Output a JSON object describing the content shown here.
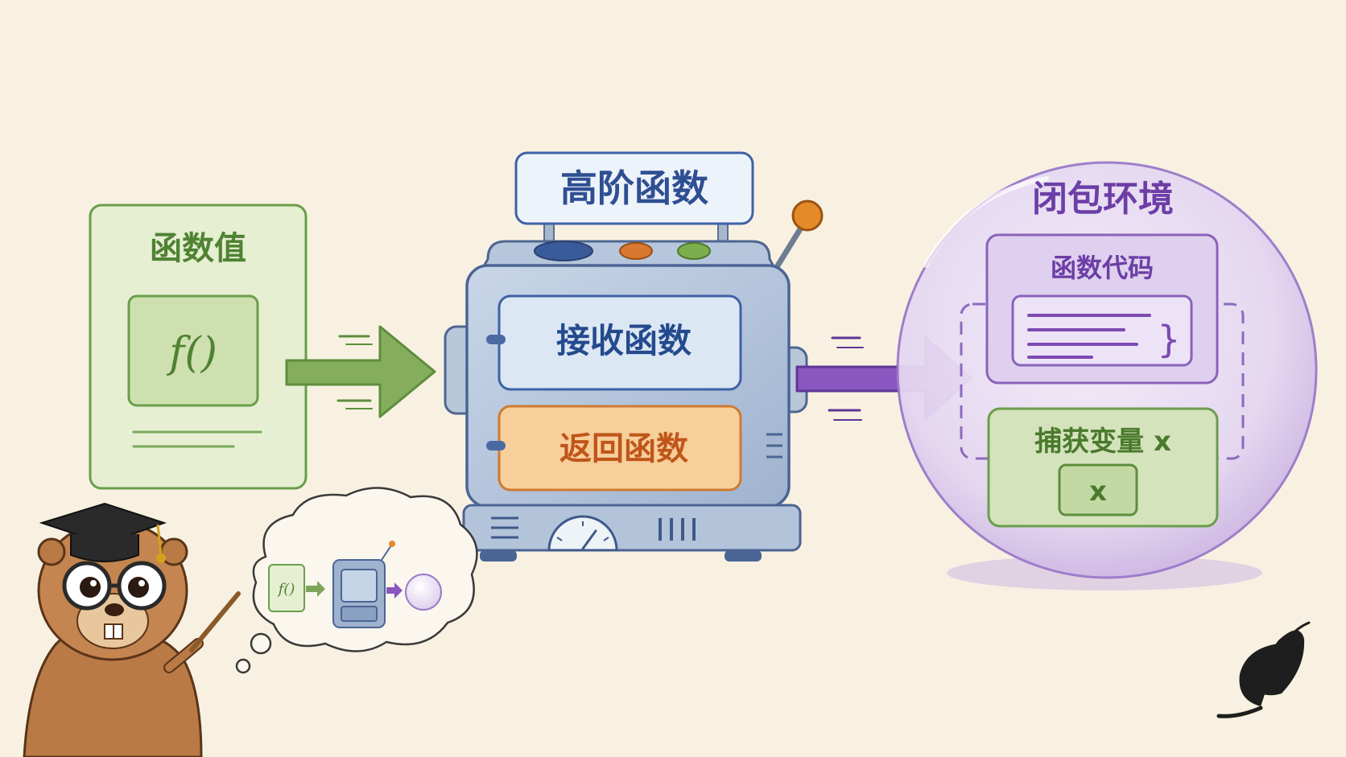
{
  "left_card": {
    "title": "函数值",
    "code": "f()"
  },
  "machine": {
    "sign": "高阶函数",
    "receive_label": "接收函数",
    "return_label": "返回函数"
  },
  "bubble": {
    "title": "闭包环境",
    "code_title": "函数代码",
    "code_brace": "}",
    "capture_title": "捕获变量 x",
    "capture_value": "x"
  },
  "thought": {
    "code": "f()"
  },
  "colors": {
    "background": "#f8f1e2",
    "green": "#5e9441",
    "green_fill": "#e3edcd",
    "blue": "#3e62a6",
    "blue_fill": "#dbe7f3",
    "orange": "#cf6a1f",
    "orange_fill": "#f7cf9b",
    "purple": "#7d4ab3",
    "purple_fill": "#e6dbf1"
  },
  "icons": [
    "graduation-cap-icon",
    "butterfly-logo-icon",
    "gauge-icon",
    "lever-icon"
  ]
}
